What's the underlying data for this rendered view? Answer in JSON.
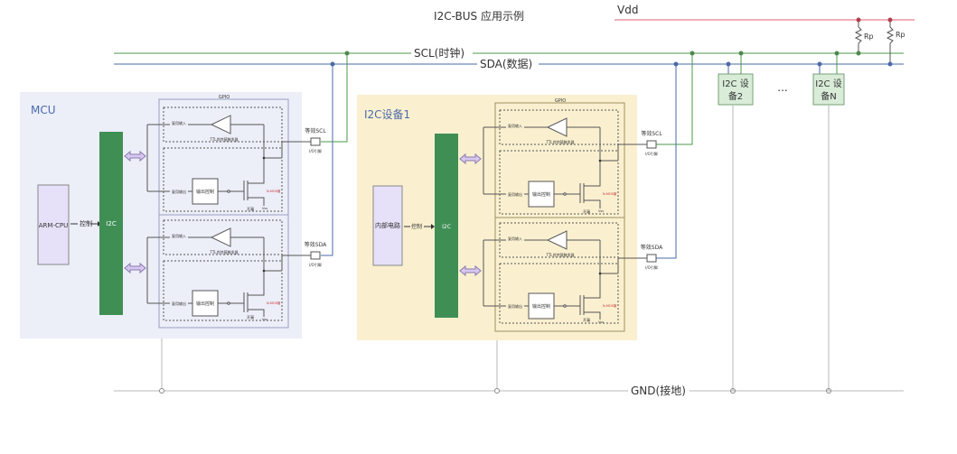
{
  "title": "I2C-BUS 应用示例",
  "bus": {
    "vdd": "Vdd",
    "scl": "SCL(时钟)",
    "sda": "SDA(数据)",
    "gnd": "GND(接地)",
    "rp": "Rp",
    "ellipsis": "..."
  },
  "colors": {
    "vdd_line": "#e06070",
    "scl_line": "#4a9a4a",
    "sda_line": "#4a6aaa",
    "gnd_line": "#b8b8b8",
    "mcu_bg": "#eceef8",
    "i2c_bg": "#faf0d0",
    "i2c_block": "#3f8f55",
    "cpu_block": "#e6e0f8",
    "device_box": "#d8ecd8"
  },
  "mcu": {
    "label": "MCU",
    "cpu": "ARM-CPU",
    "control": "控制",
    "i2c": "I2C",
    "gpio": "GPIO",
    "scl_pin": "等效SCL",
    "sda_pin": "等效SDA",
    "io_pin": "I/O引脚"
  },
  "device1": {
    "label": "I2C设备1",
    "circuit": "内部电路",
    "control": "控制",
    "i2c": "I2C",
    "gpio": "GPIO",
    "scl_pin": "等效SCL",
    "sda_pin": "等效SDA",
    "io_pin": "I/O引脚"
  },
  "gpio_inner": {
    "input": "复用输入",
    "output": "复用输出",
    "trigger": "TTL肖特基触发器",
    "out_ctrl": "输出控制",
    "switch": "开漏",
    "vss": "Vss",
    "nmos": "N-MOS管"
  },
  "devices": [
    {
      "line1": "I2C 设",
      "line2": "备2"
    },
    {
      "line1": "I2C 设",
      "line2": "备N"
    }
  ]
}
